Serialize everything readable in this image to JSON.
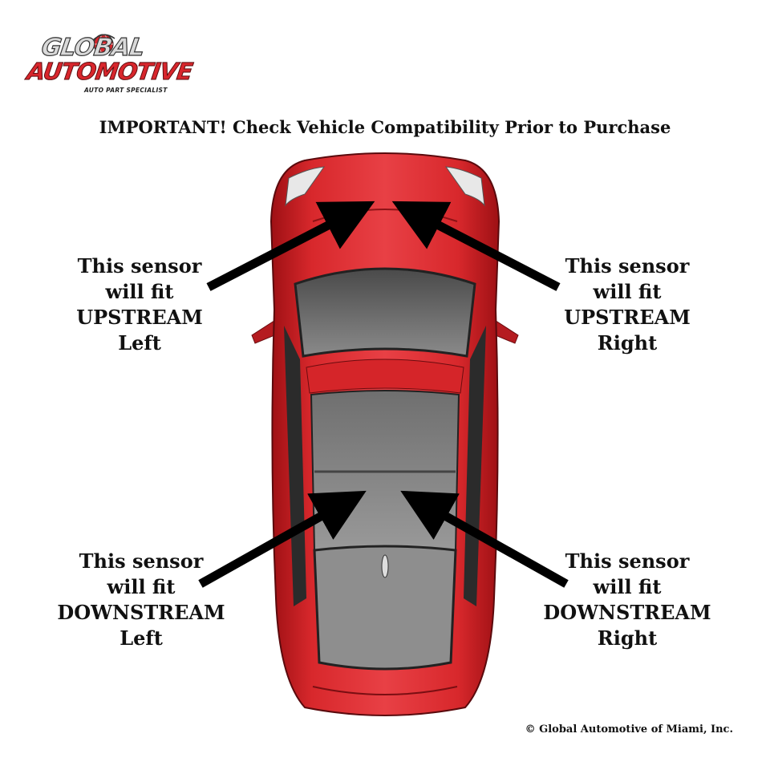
{
  "logo": {
    "line1": "GLOBAL",
    "line2": "AUTOMOTIVE",
    "tagline": "AUTO PART SPECIALIST"
  },
  "headline": "IMPORTANT! Check Vehicle Compatibility Prior to Purchase",
  "labels": {
    "upstream_left": [
      "This sensor",
      "will fit",
      "UPSTREAM",
      "Left"
    ],
    "upstream_right": [
      "This sensor",
      "will fit",
      "UPSTREAM",
      "Right"
    ],
    "downstream_left": [
      "This sensor",
      "will fit",
      "DOWNSTREAM",
      "Left"
    ],
    "downstream_right": [
      "This sensor",
      "will fit",
      "DOWNSTREAM",
      "Right"
    ]
  },
  "copyright": "© Global Automotive of Miami, Inc.",
  "colors": {
    "car_body": "#d8282c",
    "logo_red": "#d8262c",
    "arrow": "#000000"
  }
}
